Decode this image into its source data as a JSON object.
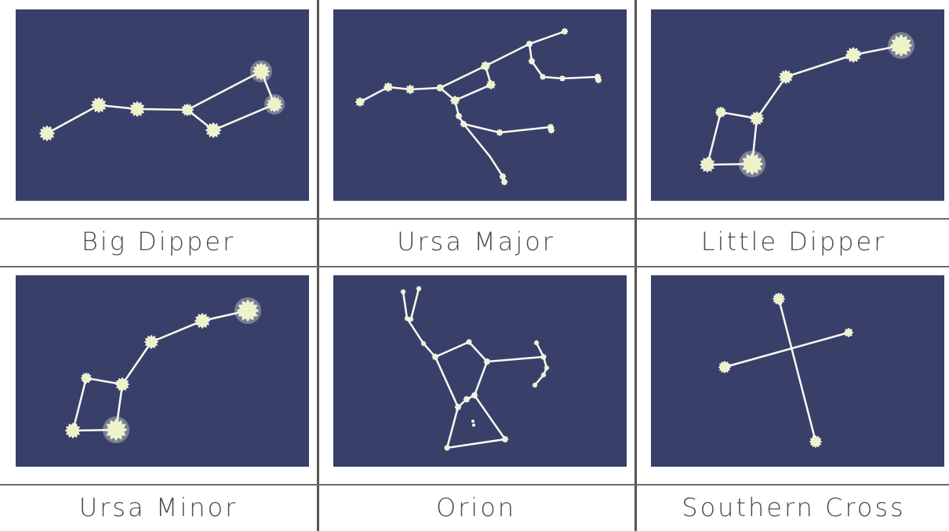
{
  "cards": [
    {
      "title": "Big Dipper"
    },
    {
      "title": "Ursa Major"
    },
    {
      "title": "Little Dipper"
    },
    {
      "title": "Ursa Minor"
    },
    {
      "title": "Orion"
    },
    {
      "title": "Southern Cross"
    }
  ],
  "colors": {
    "sky": "#38406a",
    "star": "#eef2c8",
    "line": "#fbfbf0",
    "label": "#4a4a4a"
  }
}
